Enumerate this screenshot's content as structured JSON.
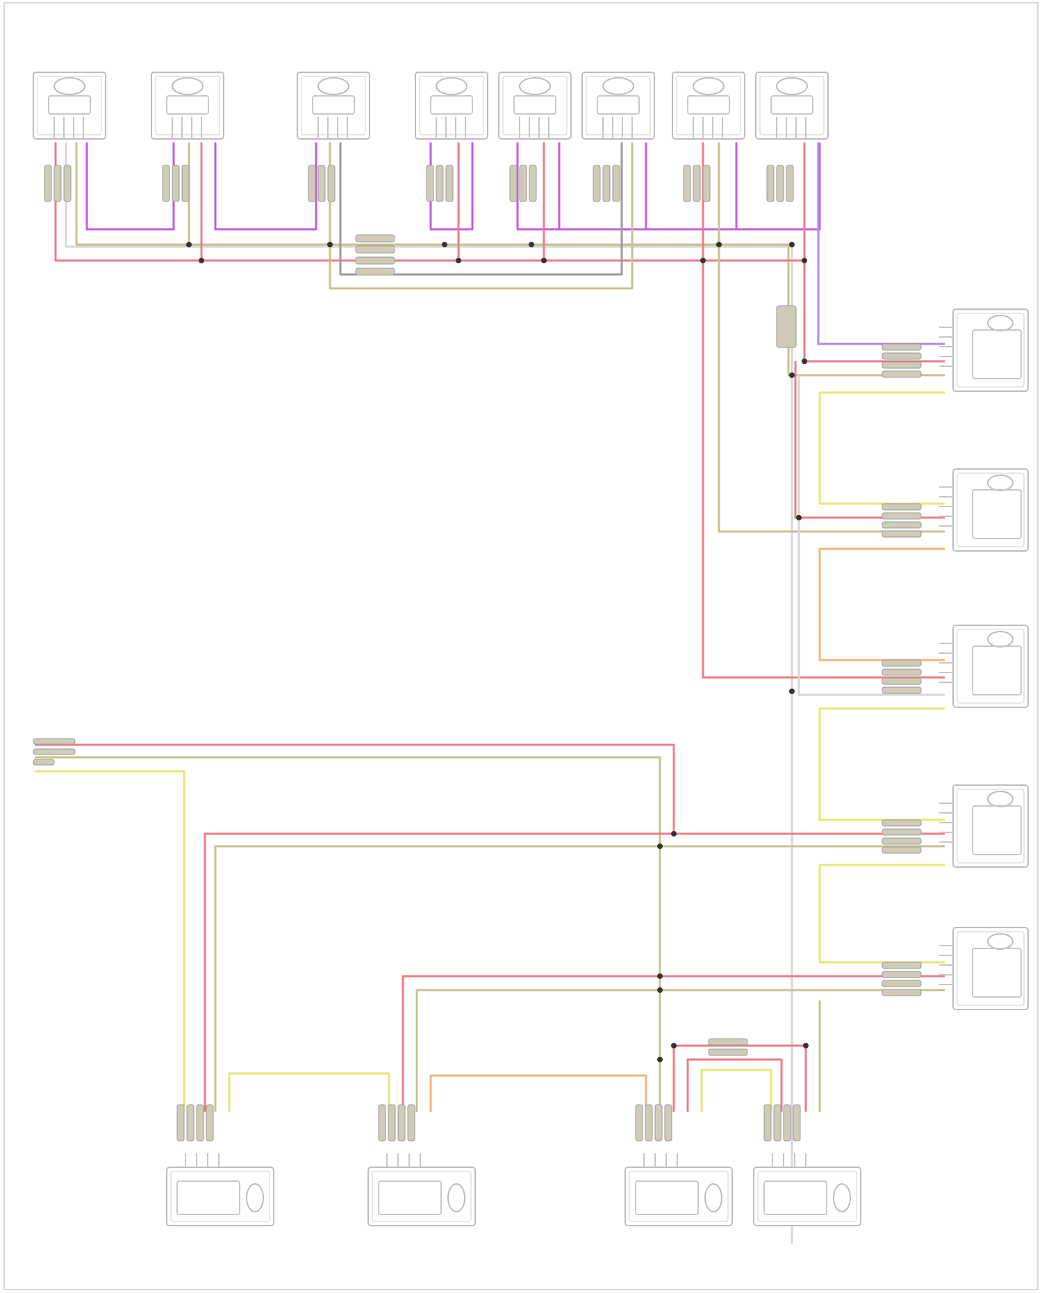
{
  "diagram": {
    "top_motors": [
      {
        "id": "m1",
        "label_lines": []
      },
      {
        "id": "m2",
        "label_lines": []
      },
      {
        "id": "m3",
        "label_lines": []
      },
      {
        "id": "m4",
        "label_lines": []
      },
      {
        "id": "m5",
        "label_lines": []
      },
      {
        "id": "m6",
        "label_lines": []
      },
      {
        "id": "m7",
        "label_lines": []
      },
      {
        "id": "m8",
        "label_lines": []
      }
    ],
    "right_motors": [
      {
        "id": "r1",
        "label_lines": []
      },
      {
        "id": "r2",
        "label_lines": []
      },
      {
        "id": "r3",
        "label_lines": []
      },
      {
        "id": "r4",
        "label_lines": []
      },
      {
        "id": "r5",
        "label_lines": []
      }
    ],
    "bottom_motors": [
      {
        "id": "b1",
        "label_lines": []
      },
      {
        "id": "b2",
        "label_lines": []
      },
      {
        "id": "b3",
        "label_lines": []
      },
      {
        "id": "b4",
        "label_lines": []
      }
    ],
    "wire_colors": {
      "violet": "#c35be0",
      "red": "#f07a86",
      "tan": "#c8c08e",
      "white": "#d6d6d6",
      "yellow": "#e6e676",
      "orange": "#f4b37a",
      "lavender": "#b385e8",
      "gray": "#9a9a9a"
    },
    "footer": ""
  }
}
